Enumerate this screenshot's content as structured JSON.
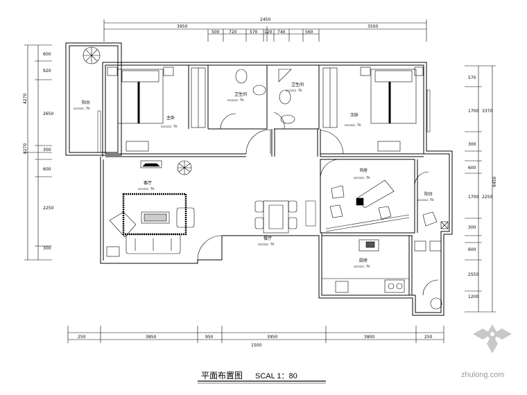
{
  "drawing": {
    "title": "平面布置图",
    "scale": "SCAL 1：80",
    "watermark": "zhulong.com"
  },
  "dimensions": {
    "top_total": "2450",
    "top_left": "3950",
    "top_right": "3500",
    "top_sub": [
      "500",
      "720",
      "570",
      "120",
      "740",
      "560"
    ],
    "bottom_total": "1500",
    "bottom": [
      "250",
      "3850",
      "950",
      "3950",
      "3800",
      "250"
    ],
    "left_outer": [
      "4270",
      "8270"
    ],
    "left_inner": [
      "600",
      "920",
      "2650",
      "300",
      "600",
      "2250",
      "300"
    ],
    "right_inner": [
      "570",
      "1700",
      "3370",
      "300",
      "600",
      "1700",
      "2250",
      "300",
      "600",
      "2550",
      "1200"
    ],
    "right_outer": "9450"
  },
  "rooms": [
    {
      "name": "阳台",
      "sub": "ccccccc .T9."
    },
    {
      "name": "主卧",
      "sub": "ccccccc .T9."
    },
    {
      "name": "卫生间",
      "sub": "ccccccc .T9."
    },
    {
      "name": "卫生间",
      "sub": "ccccccc .T9."
    },
    {
      "name": "次卧",
      "sub": "ccccccc .T9."
    },
    {
      "name": "书房",
      "sub": "ccccccc .T9."
    },
    {
      "name": "阳台",
      "sub": "ccccccc .T9."
    },
    {
      "name": "客厅",
      "sub": "ccccccc .T9."
    },
    {
      "name": "餐厅",
      "sub": "ccccccc .T9."
    },
    {
      "name": "厨房",
      "sub": "ccccccc .T9."
    }
  ]
}
